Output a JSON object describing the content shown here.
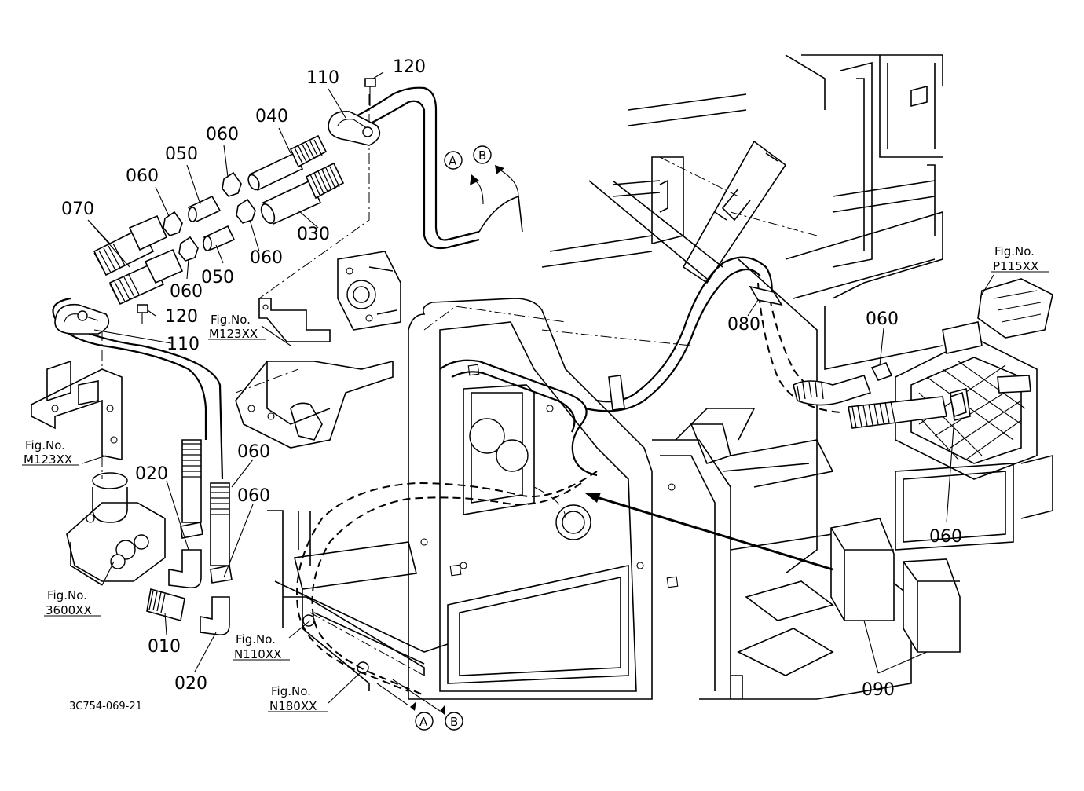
{
  "diagram": {
    "drawing_code": "3C754-069-21",
    "part_labels": [
      "120",
      "110",
      "040",
      "060",
      "050",
      "060",
      "070",
      "030",
      "050",
      "060",
      "060",
      "120",
      "110",
      "080",
      "060",
      "060",
      "060",
      "020",
      "060",
      "010",
      "020",
      "090"
    ],
    "figure_refs": [
      {
        "fig": "Fig.No.",
        "code": "M123XX"
      },
      {
        "fig": "Fig.No.",
        "code": "M123XX"
      },
      {
        "fig": "Fig.No.",
        "code": "3600XX"
      },
      {
        "fig": "Fig.No.",
        "code": "N110XX"
      },
      {
        "fig": "Fig.No.",
        "code": "N180XX"
      },
      {
        "fig": "Fig.No.",
        "code": "P115XX"
      }
    ],
    "connectors": [
      "A",
      "B"
    ]
  }
}
